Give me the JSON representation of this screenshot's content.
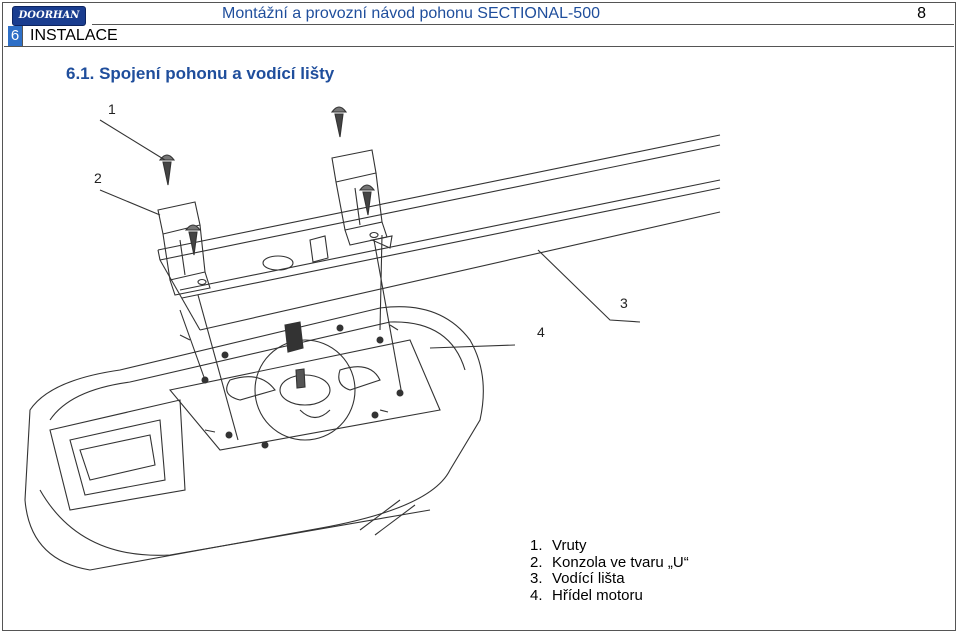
{
  "header": {
    "logo_text": "DOORHAN",
    "title": "Montážní a provozní návod pohonu SECTIONAL-500",
    "page_number": "8",
    "chapter_number": "6",
    "chapter_name": "INSTALACE"
  },
  "section": {
    "title": "6.1. Spojení pohonu a vodící lišty"
  },
  "drawing": {
    "callouts": [
      "1",
      "2",
      "3",
      "4"
    ]
  },
  "legend": {
    "items": [
      {
        "num": "1.",
        "label": "Vruty"
      },
      {
        "num": "2.",
        "label": "Konzola ve tvaru „U“"
      },
      {
        "num": "3.",
        "label": "Vodící lišta"
      },
      {
        "num": "4.",
        "label": "Hřídel motoru"
      }
    ]
  }
}
